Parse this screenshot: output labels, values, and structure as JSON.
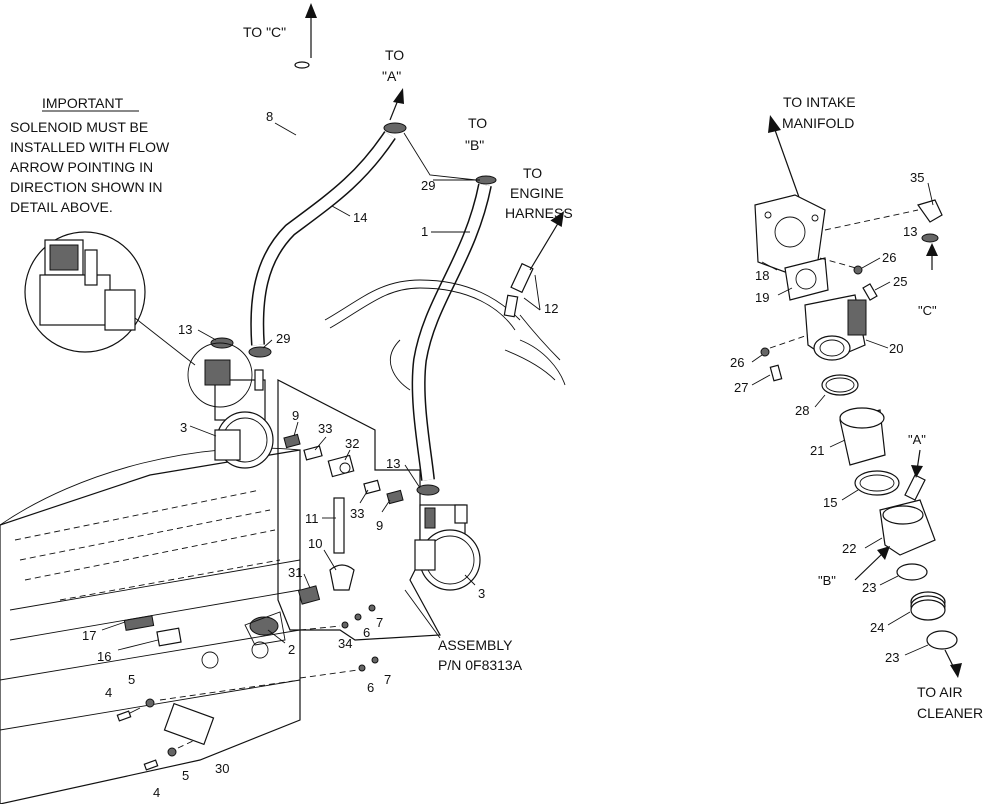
{
  "notes": {
    "important_heading": "IMPORTANT",
    "important_lines": [
      "SOLENOID MUST BE",
      "INSTALLED WITH FLOW",
      "ARROW POINTING IN",
      "DIRECTION SHOWN IN",
      "DETAIL ABOVE."
    ]
  },
  "destinations": {
    "to_c": "TO \"C\"",
    "to_a": [
      "TO",
      "\"A\""
    ],
    "to_b": [
      "TO",
      "\"B\""
    ],
    "to_engine_harness": [
      "TO",
      "ENGINE",
      "HARNESS"
    ],
    "to_intake_manifold": [
      "TO INTAKE",
      "MANIFOLD"
    ],
    "to_air_cleaner": [
      "TO AIR",
      "CLEANER"
    ],
    "point_a": "\"A\"",
    "point_b": "\"B\"",
    "point_c": "\"C\""
  },
  "assembly": {
    "line1": "ASSEMBLY",
    "line2": "P/N 0F8313A"
  },
  "callouts": {
    "c8": "8",
    "c14": "14",
    "c1": "1",
    "c29a": "29",
    "c29b": "29",
    "c12": "12",
    "c13a": "13",
    "c13b": "13",
    "c13c": "13",
    "c3a": "3",
    "c3b": "3",
    "c9a": "9",
    "c9b": "9",
    "c33a": "33",
    "c33b": "33",
    "c32": "32",
    "c11": "11",
    "c10": "10",
    "c31": "31",
    "c2": "2",
    "c34": "34",
    "c6a": "6",
    "c6b": "6",
    "c7a": "7",
    "c7b": "7",
    "c17": "17",
    "c16": "16",
    "c4a": "4",
    "c4b": "4",
    "c5a": "5",
    "c5b": "5",
    "c30": "30",
    "c35": "35",
    "c18": "18",
    "c19": "19",
    "c26a": "26",
    "c26b": "26",
    "c25": "25",
    "c20": "20",
    "c27": "27",
    "c28": "28",
    "c21": "21",
    "c15": "15",
    "c22": "22",
    "c23a": "23",
    "c23b": "23",
    "c24": "24"
  }
}
